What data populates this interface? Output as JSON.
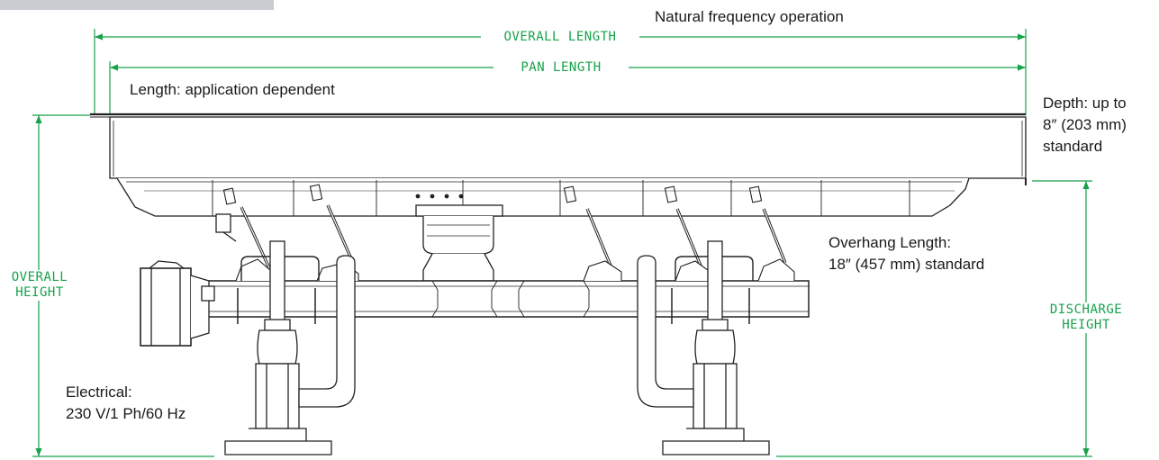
{
  "title": "Natural frequency operation",
  "dimensions": {
    "overall_length": "OVERALL LENGTH",
    "pan_length": "PAN LENGTH",
    "overall_height_line1": "OVERALL",
    "overall_height_line2": "HEIGHT",
    "discharge_height_line1": "DISCHARGE",
    "discharge_height_line2": "HEIGHT"
  },
  "notes": {
    "length": "Length: application dependent",
    "depth_line1": "Depth: up to",
    "depth_line2": "8″ (203 mm)",
    "depth_line3": "standard",
    "overhang_line1": "Overhang Length:",
    "overhang_line2": "18″ (457 mm) standard",
    "electrical_line1": "Electrical:",
    "electrical_line2": "230 V/1 Ph/60 Hz"
  },
  "colors": {
    "dimension": "#17a24a",
    "linework": "#222222",
    "tab": "#c8ccd0"
  }
}
